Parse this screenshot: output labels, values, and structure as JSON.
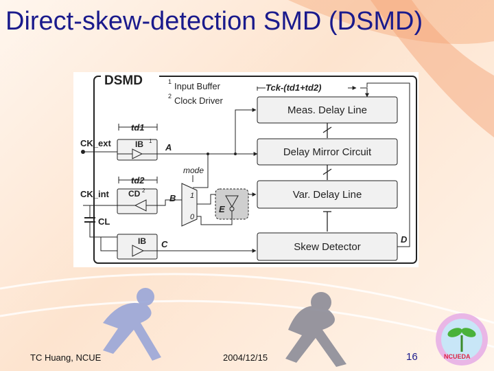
{
  "slide": {
    "title": "Direct-skew-detection SMD (DSMD)",
    "footer_left": "TC Huang, NCUE",
    "footer_center": "2004/12/15",
    "page_number": "16",
    "logo_text": "NCUEDA"
  },
  "diagram": {
    "header": "DSMD",
    "legend": [
      "Input Buffer",
      "Clock Driver"
    ],
    "legend_nums": [
      "1",
      "2"
    ],
    "tck_label": "Tck-(td1+td2)",
    "blocks": {
      "meas": "Meas. Delay Line",
      "mirror": "Delay Mirror Circuit",
      "var": "Var. Delay Line",
      "skew": "Skew Detector"
    },
    "signals": {
      "ck_ext": "CK_ext",
      "ck_int": "CK_int",
      "cl": "CL",
      "td1": "td1",
      "td2": "td2",
      "ib1": "IB",
      "ib1_sup": "1",
      "cd2": "CD",
      "cd2_sup": "2",
      "ib": "IB",
      "a": "A",
      "b": "B",
      "c": "C",
      "d": "D",
      "e": "E",
      "mode": "mode",
      "mux1": "1",
      "mux0": "0"
    }
  },
  "colors": {
    "title": "#1a1a8c",
    "box_fill": "#f1f1f1",
    "line": "#222222"
  }
}
